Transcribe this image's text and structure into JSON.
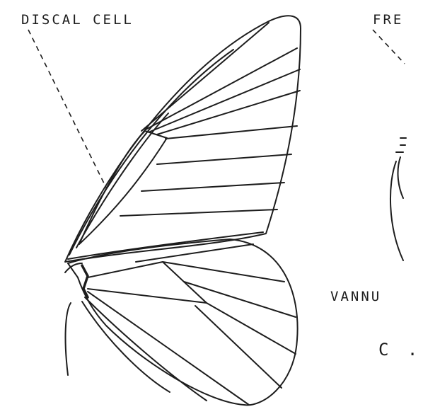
{
  "labels": {
    "discal_cell": "DISCAL CELL",
    "frenulum_partial": "FRE",
    "vannus_partial": "VANNU",
    "panel_letter_partial": "C ."
  },
  "colors": {
    "ink": "#1d1d1d",
    "paper": "#ffffff"
  }
}
